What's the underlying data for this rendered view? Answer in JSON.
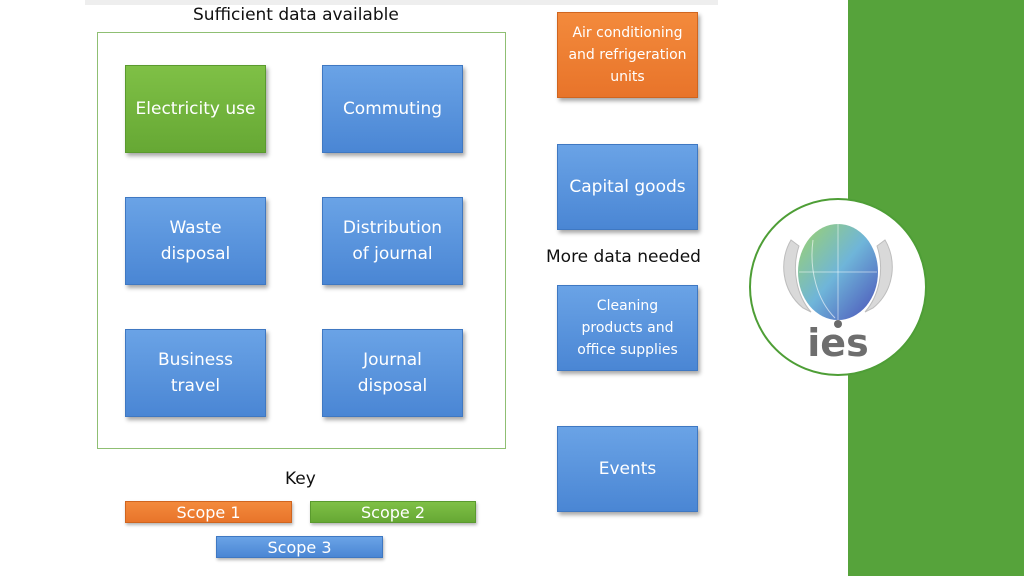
{
  "header": {
    "title": "Sufficient data available"
  },
  "sufficient": [
    {
      "label": "Electricity use",
      "scope": "green"
    },
    {
      "label": "Commuting",
      "scope": "blue"
    },
    {
      "label": "Waste\ndisposal",
      "scope": "blue"
    },
    {
      "label": "Distribution\nof journal",
      "scope": "blue"
    },
    {
      "label": "Business\ntravel",
      "scope": "blue"
    },
    {
      "label": "Journal\ndisposal",
      "scope": "blue"
    }
  ],
  "more_data": {
    "label": "More data needed",
    "items": [
      {
        "label": "Air conditioning\nand refrigeration\nunits",
        "scope": "orange"
      },
      {
        "label": "Capital goods",
        "scope": "blue"
      },
      {
        "label": "Cleaning\nproducts and\noffice supplies",
        "scope": "blue"
      },
      {
        "label": "Events",
        "scope": "blue"
      }
    ]
  },
  "key": {
    "title": "Key",
    "scope1": "Scope 1",
    "scope2": "Scope 2",
    "scope3": "Scope 3"
  },
  "colors": {
    "scope1": "#e8742a",
    "scope2": "#66a834",
    "scope3": "#4a86d4",
    "sidebar": "#56a33b"
  },
  "logo": {
    "text": "ies"
  }
}
